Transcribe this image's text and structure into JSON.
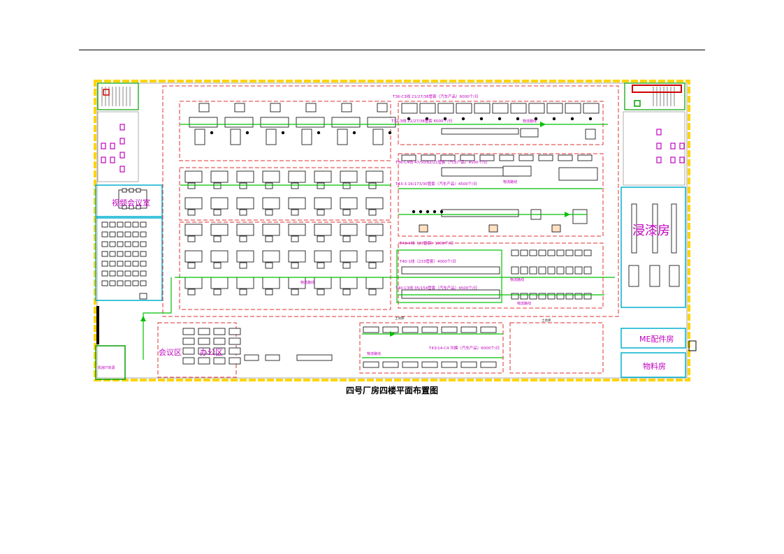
{
  "title": "四号厂房四楼平面布置图",
  "rooms": {
    "video_meeting": "视频会议室",
    "meeting_area": "会议区",
    "office": "办公区",
    "dip_room": "浸漆房",
    "me_parts": "ME配件房",
    "material": "物料房",
    "it_room": "机房IT资源"
  },
  "line_labels": {
    "l1": "T36-C3线 21/27/38管套（汽车产品）6000个/日",
    "l2": "T32-3线 21/27/38管套 6000个/日",
    "l3": "T36-C4线 47/50/82/22管套（汽车产品）4500个/日",
    "l4": "T43-3 16/173/30管套（汽车产品）4500个/日",
    "l5": "T40-4线（23管套）1000个/日",
    "l6": "T40-1线（233管套）4000个/日",
    "l7": "T40-C3线 35/154管套（汽车产品）4500个/日",
    "l8": "T43/14-C4 共模（汽车产品）6000个/日"
  },
  "flow": {
    "logistics": "物流路线",
    "temp": "土地库"
  },
  "colors": {
    "wall": "#ffd400",
    "zone": "#e03030",
    "flow": "#00c000",
    "label": "#c000c0",
    "room": "#00b0d0"
  }
}
